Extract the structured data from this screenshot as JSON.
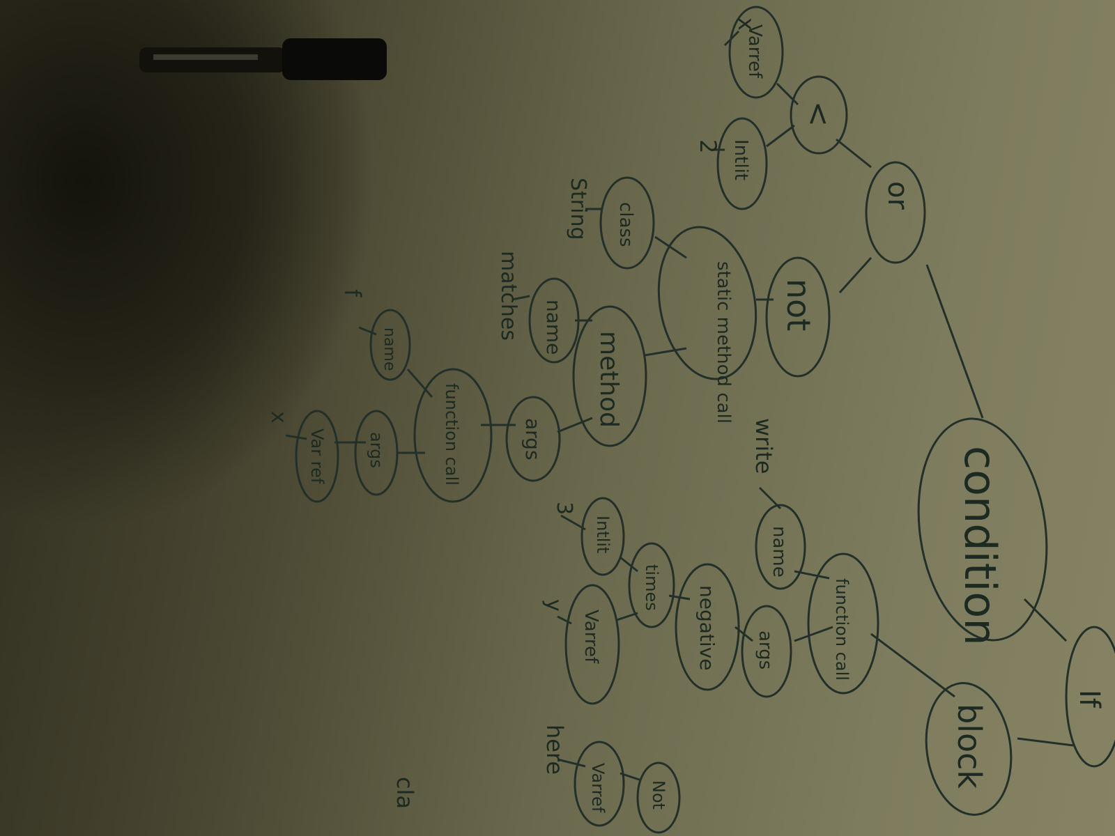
{
  "nodes": {
    "condition": "condition",
    "block": "block",
    "or": "or",
    "not": "not",
    "lt": "<",
    "varref_x": "Varref",
    "intlit_2": "Intlit",
    "static_method_call": "static method call",
    "class": "class",
    "method": "method",
    "name_method": "name",
    "args_method": "args",
    "function_call_f": "function call",
    "name_f": "name",
    "args_f": "args",
    "varref_f": "Var ref",
    "function_call_write": "function call",
    "name_write": "name",
    "args_write": "args",
    "negative": "negative",
    "times": "times",
    "intlit_3": "Intlit",
    "varref_times": "Varref",
    "varref_here": "Varref",
    "partial_bottom": "Not",
    "partial_right": "If"
  },
  "leaves": {
    "x_top": "x",
    "two": "2",
    "string": "String",
    "matches": "matches",
    "f": "f",
    "x_bottom": "x",
    "write": "write",
    "three": "3",
    "y": "y",
    "here": "here",
    "cla": "cla"
  }
}
